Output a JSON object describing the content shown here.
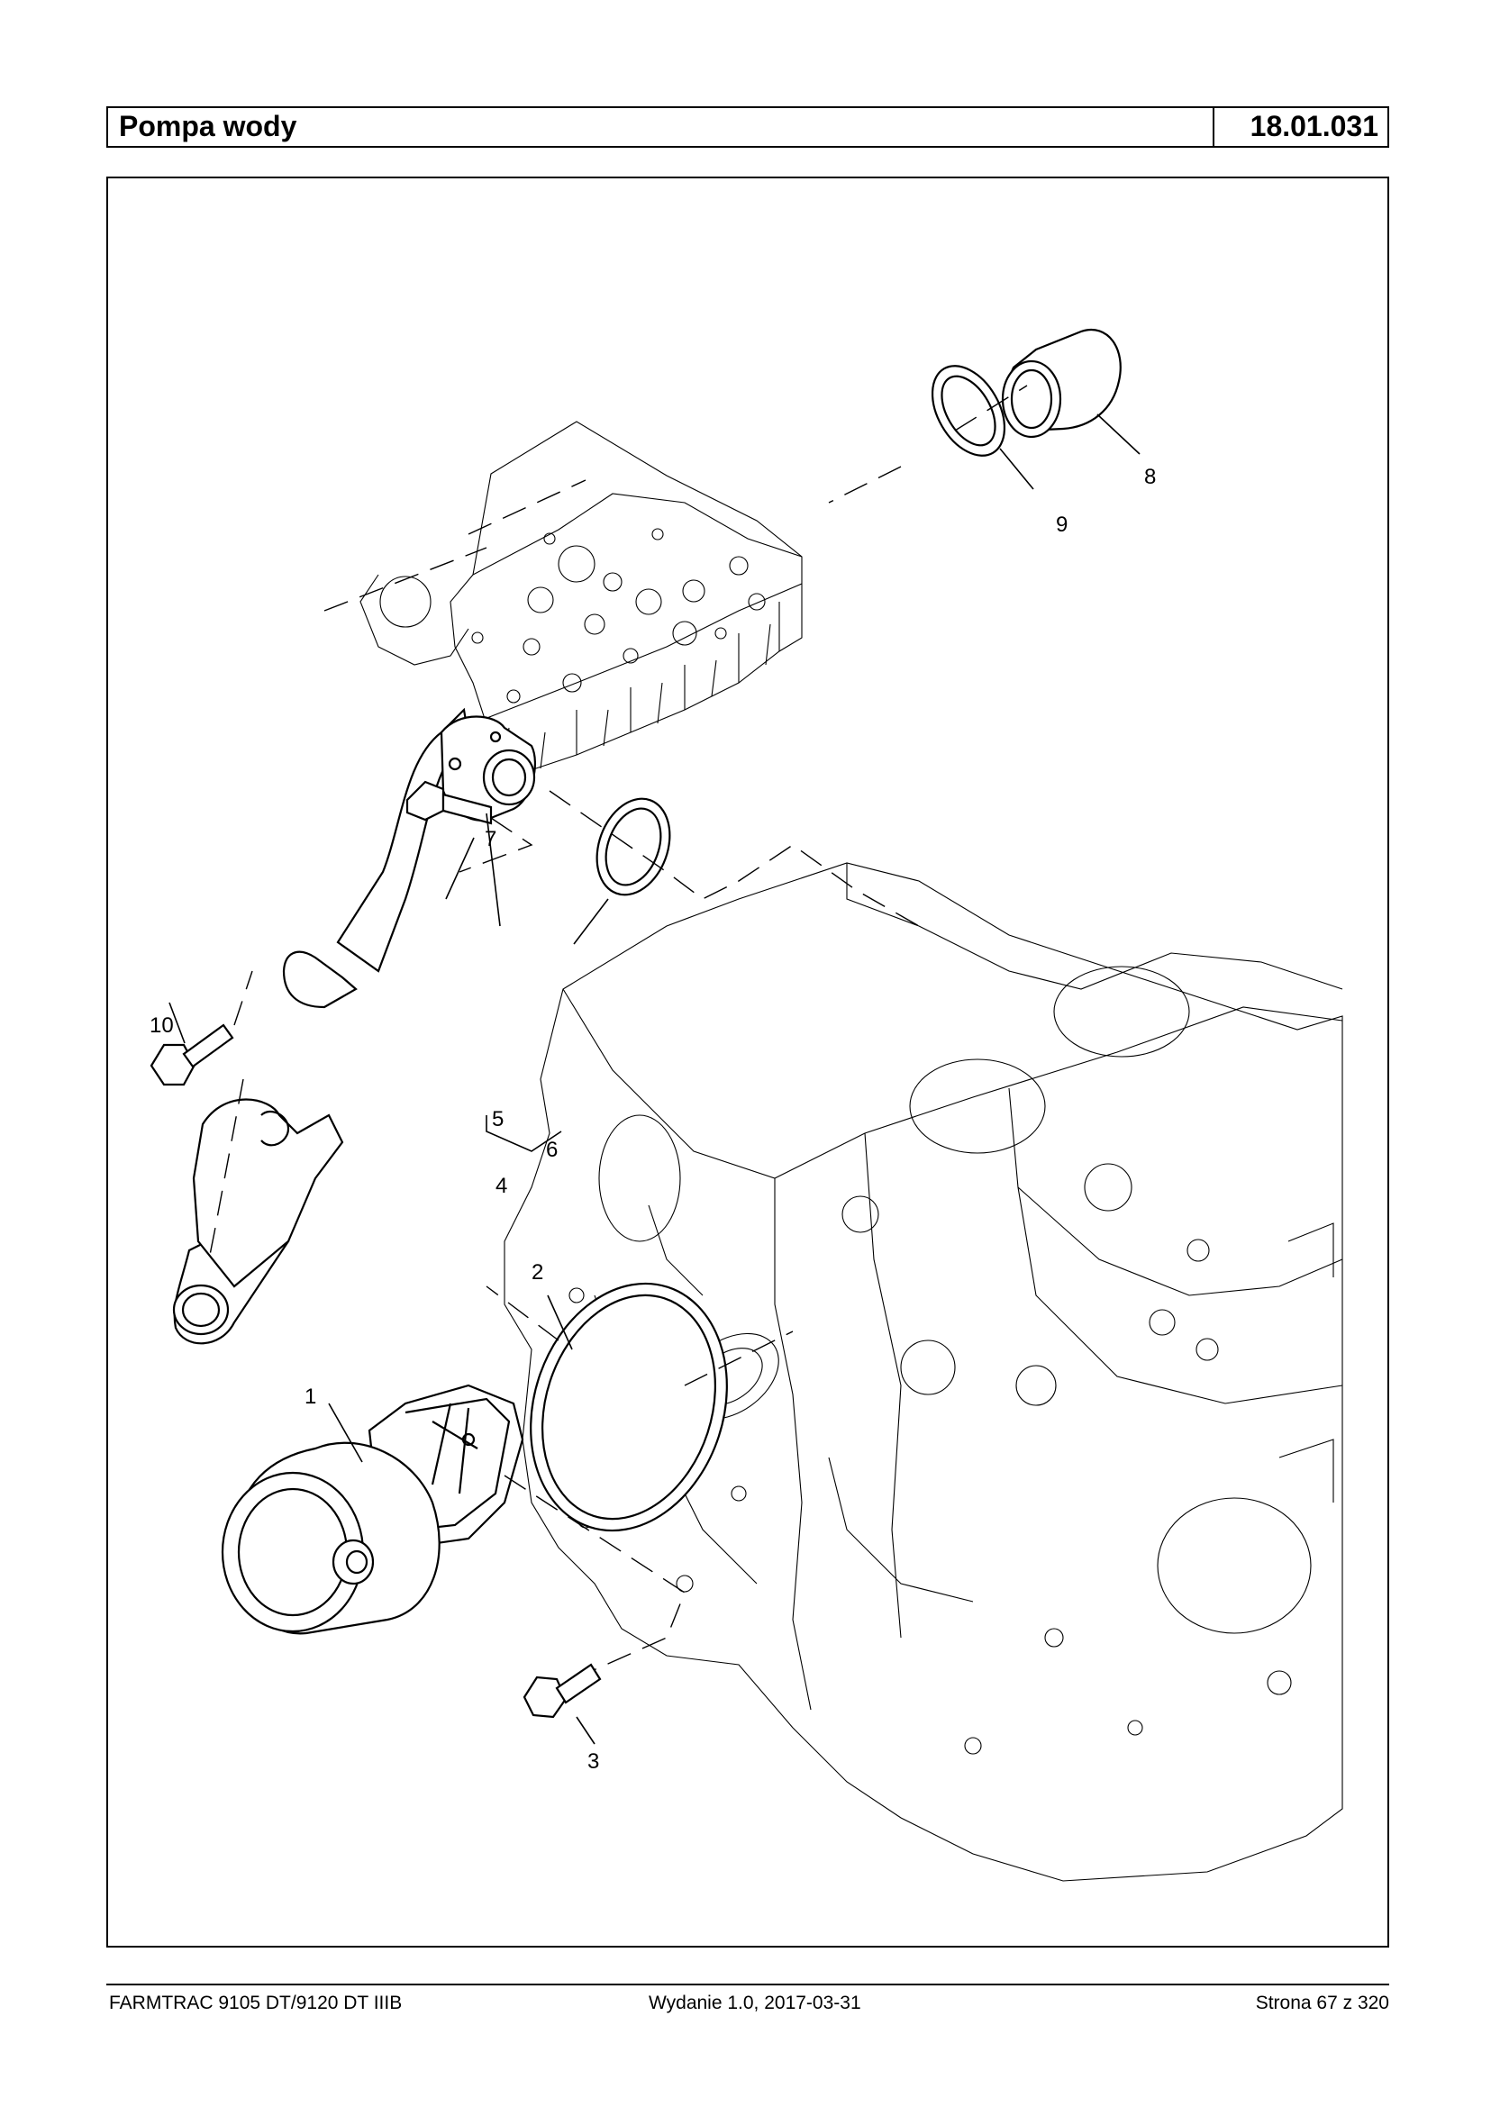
{
  "header": {
    "title": "Pompa wody",
    "code": "18.01.031"
  },
  "callouts": {
    "c1": "1",
    "c2": "2",
    "c3": "3",
    "c4": "4",
    "c5": "5",
    "c6": "6",
    "c7": "7",
    "c8": "8",
    "c9": "9",
    "c10": "10"
  },
  "footer": {
    "model": "FARMTRAC 9105 DT/9120 DT IIIB",
    "edition": "Wydanie 1.0,  2017-03-31",
    "page": "Strona 67 z 320"
  }
}
